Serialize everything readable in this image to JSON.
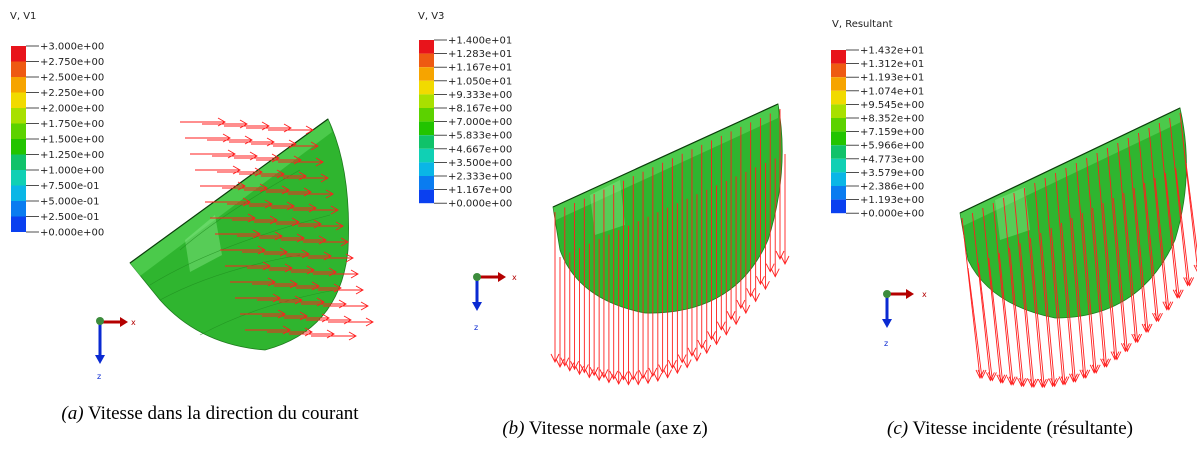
{
  "panels": [
    {
      "title": "V, V1",
      "legend": [
        "+3.000e+00",
        "+2.750e+00",
        "+2.500e+00",
        "+2.250e+00",
        "+2.000e+00",
        "+1.750e+00",
        "+1.500e+00",
        "+1.250e+00",
        "+1.000e+00",
        "+7.500e-01",
        "+5.000e-01",
        "+2.500e-01",
        "+0.000e+00"
      ],
      "caption_prefix": "(a)",
      "caption_text": "Vitesse dans la direction du courant",
      "triad": {
        "x": "x",
        "z": "z"
      }
    },
    {
      "title": "V, V3",
      "legend": [
        "+1.400e+01",
        "+1.283e+01",
        "+1.167e+01",
        "+1.050e+01",
        "+9.333e+00",
        "+8.167e+00",
        "+7.000e+00",
        "+5.833e+00",
        "+4.667e+00",
        "+3.500e+00",
        "+2.333e+00",
        "+1.167e+00",
        "+0.000e+00"
      ],
      "caption_prefix": "(b)",
      "caption_text": "Vitesse normale (axe z)",
      "triad": {
        "x": "x",
        "z": "z"
      }
    },
    {
      "title": "V, Resultant",
      "legend": [
        "+1.432e+01",
        "+1.312e+01",
        "+1.193e+01",
        "+1.074e+01",
        "+9.545e+00",
        "+8.352e+00",
        "+7.159e+00",
        "+5.966e+00",
        "+4.773e+00",
        "+3.579e+00",
        "+2.386e+00",
        "+1.193e+00",
        "+0.000e+00"
      ],
      "caption_prefix": "(c)",
      "caption_text": "Vitesse incidente (résultante)",
      "triad": {
        "x": "x",
        "z": "z"
      }
    }
  ],
  "legend_colors": [
    "#e8141b",
    "#ee5a12",
    "#f6a400",
    "#f1da00",
    "#a8e000",
    "#5cd200",
    "#22c400",
    "#10c26a",
    "#10d0b4",
    "#0ab6e6",
    "#0a7cf0",
    "#0a40f0",
    "#0000d8"
  ],
  "colors": {
    "shell": "#2fb52f",
    "shell_light": "#6fe06f",
    "arrow": "#ff1e1e",
    "axis_x": "#b40000",
    "axis_z": "#0a2ad2",
    "node": "#3c8c3c"
  }
}
